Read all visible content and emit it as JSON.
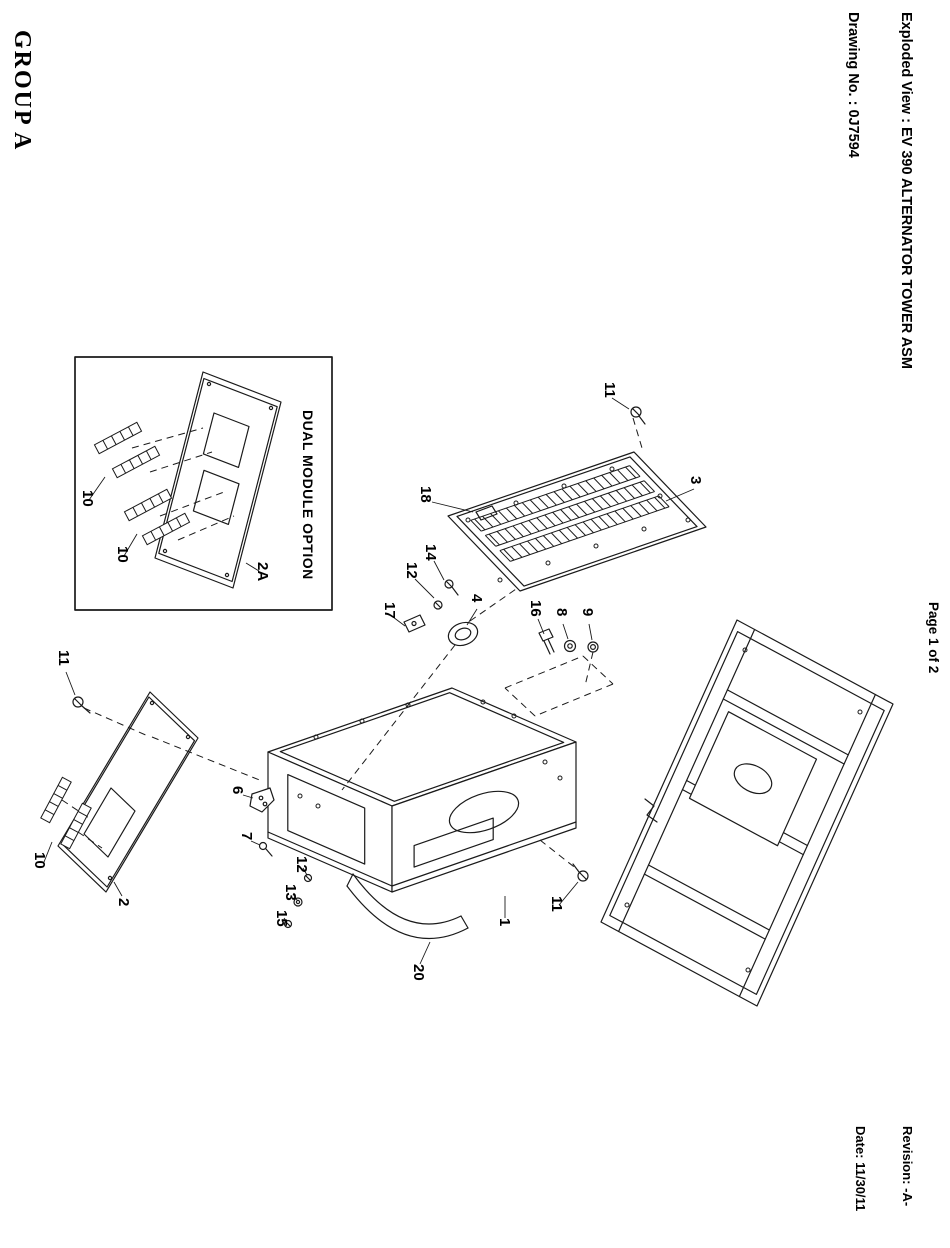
{
  "page": {
    "group_label": "GROUP A",
    "title_block": {
      "line1": "Exploded View : EV 390 ALTERNATOR TOWER ASM",
      "line2": "Drawing No. : 0J7594"
    },
    "page_number": "Page 1 of 2",
    "revision": {
      "line1": "Revision: -A-",
      "line2": "Date: 11/30/11"
    },
    "inset_title": "DUAL MODULE OPTION"
  },
  "callouts": [
    {
      "label": "11"
    },
    {
      "label": "10"
    },
    {
      "label": "2"
    },
    {
      "label": "6"
    },
    {
      "label": "7"
    },
    {
      "label": "12"
    },
    {
      "label": "13"
    },
    {
      "label": "15"
    },
    {
      "label": "20"
    },
    {
      "label": "1"
    },
    {
      "label": "11"
    },
    {
      "label": "17"
    },
    {
      "label": "12"
    },
    {
      "label": "14"
    },
    {
      "label": "4"
    },
    {
      "label": "16"
    },
    {
      "label": "8"
    },
    {
      "label": "9"
    },
    {
      "label": "18"
    },
    {
      "label": "3"
    },
    {
      "label": "11"
    },
    {
      "label": "10"
    },
    {
      "label": "10"
    },
    {
      "label": "2A"
    }
  ]
}
